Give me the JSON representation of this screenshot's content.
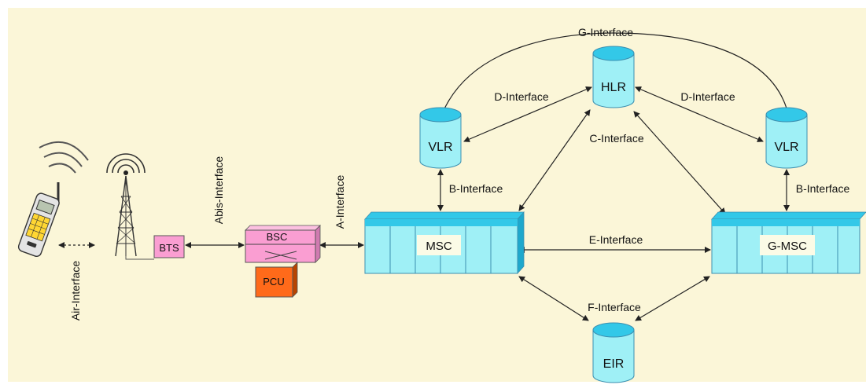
{
  "colors": {
    "background": "#fbf6d8",
    "node_cyan": "#9ff0f6",
    "node_cyan_top": "#33c8e8",
    "node_pink": "#fa9ed2",
    "node_orange": "#ff6a1a",
    "line": "#222222"
  },
  "nodes": {
    "hlr": "HLR",
    "vlr_left": "VLR",
    "vlr_right": "VLR",
    "msc": "MSC",
    "gmsc": "G-MSC",
    "bsc": "BSC",
    "pcu": "PCU",
    "bts": "BTS",
    "eir": "EIR"
  },
  "interfaces": {
    "g": "G-Interface",
    "d_left": "D-Interface",
    "d_right": "D-Interface",
    "c": "C-Interface",
    "b_left": "B-Interface",
    "b_right": "B-Interface",
    "a": "A-Interface",
    "abis": "Abis-Interface",
    "air": "Air-Interface",
    "e": "E-Interface",
    "f": "F-Interface"
  },
  "icons": [
    "mobile-phone-icon",
    "antenna-tower-icon"
  ]
}
